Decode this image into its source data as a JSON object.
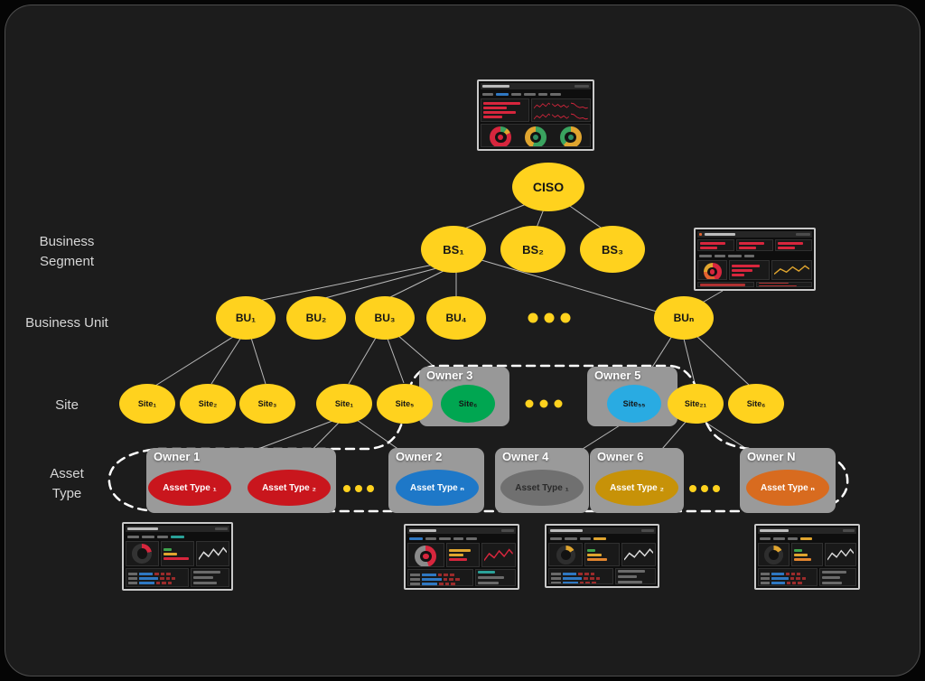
{
  "row_labels": {
    "business_segment": "Business Segment",
    "business_unit": "Business Unit",
    "site": "Site",
    "asset_type": "Asset Type"
  },
  "nodes": {
    "ciso": "CISO",
    "bs1": "BS₁",
    "bs2": "BS₂",
    "bs3": "BS₃",
    "bu1": "BU₁",
    "bu2": "BU₂",
    "bu3": "BU₃",
    "bu4": "BU₄",
    "bun": "BUₙ",
    "site1a": "Site₁",
    "site2": "Site₂",
    "site3": "Site₃",
    "site1b": "Site₁",
    "site5": "Site₅",
    "site6_green": "Site₆",
    "site55_blue": "Site₅₅",
    "site21": "Site₂₁",
    "site6b": "Site₆",
    "owner1": "Owner 1",
    "owner2": "Owner 2",
    "owner3": "Owner 3",
    "owner4": "Owner 4",
    "owner5": "Owner 5",
    "owner6": "Owner 6",
    "ownerN": "Owner N",
    "at1_o1": "Asset Type ₁",
    "at2_o1": "Asset Type ₂",
    "atn_o2": "Asset Type ₙ",
    "at1_o4": "Asset Type ₁",
    "at2_o6": "Asset Type ₂",
    "atn_oN": "Asset Type ₙ"
  },
  "colors": {
    "node_yellow": "#FFD21E",
    "node_green": "#00A651",
    "node_blue": "#29ABE2",
    "asset_red": "#C9161D",
    "asset_blue": "#1E78C8",
    "asset_gray": "#707070",
    "asset_gold": "#C79208",
    "asset_orange": "#D86B1F",
    "owner_box_gray": "#9A9A9A",
    "edge_gray": "#C9C9C9",
    "dashed_boundary": "#FFFFFF"
  },
  "dashboards": {
    "top": {
      "bars": [
        0.85,
        0.55,
        0.75,
        0.45
      ],
      "barColor": "#d7263d",
      "kpi": [],
      "donuts": [
        {
          "ring": [
            [
              "#3aa35f",
              10
            ],
            [
              "#e0a52f",
              8
            ],
            [
              "#d7263d",
              82
            ]
          ],
          "center": "#d7263d"
        },
        {
          "ring": [
            [
              "#3aa35f",
              55
            ],
            [
              "#e0a52f",
              45
            ]
          ],
          "center": "#2e8f63"
        },
        {
          "ring": [
            [
              "#e0a52f",
              62
            ],
            [
              "#3aa35f",
              38
            ]
          ],
          "center": "#2e8f63"
        }
      ]
    },
    "right": {
      "ring": [
        [
          "#d7263d",
          45
        ],
        [
          "#e3622f",
          30
        ],
        [
          "#e0a52f",
          25
        ]
      ],
      "center": "#d7263d",
      "bars": [
        0.8,
        0.6,
        0.35
      ],
      "barColor": "#d7263d",
      "kpi": [
        0.8,
        0.55
      ],
      "list1": [
        0.92,
        0.8,
        0.88,
        0.7,
        0.84
      ],
      "list2": [
        0.85,
        0.6,
        0.75,
        0.5
      ]
    },
    "b1": {
      "ring": [
        [
          "#d7263d",
          22
        ],
        [
          "#333333",
          78
        ]
      ],
      "bars": [
        [
          "#3fa34d",
          0.3
        ],
        [
          "#e0a52f",
          0.5
        ],
        [
          "#d7263d",
          0.92
        ]
      ],
      "rows": 7
    },
    "b2": {
      "ring": [
        [
          "#d7263d",
          45
        ],
        [
          "#8a8a8a",
          55
        ]
      ],
      "center": "#d7263d",
      "bars": [
        [
          "#e0a52f",
          0.75
        ],
        [
          "#e0a52f",
          0.5
        ],
        [
          "#d7263d",
          0.65
        ]
      ],
      "rows": 6
    },
    "b3": {
      "ring": [
        [
          "#e0a52f",
          16
        ],
        [
          "#2e2e2e",
          84
        ]
      ],
      "bars": [
        [
          "#3fa34d",
          0.28
        ],
        [
          "#e0a52f",
          0.5
        ],
        [
          "#e3862f",
          0.68
        ]
      ],
      "rows": 7
    },
    "b4": {
      "ring": [
        [
          "#e0a52f",
          16
        ],
        [
          "#2e2e2e",
          84
        ]
      ],
      "bars": [
        [
          "#3fa34d",
          0.3
        ],
        [
          "#e0a52f",
          0.52
        ],
        [
          "#e3862f",
          0.66
        ]
      ],
      "rows": 7
    }
  }
}
